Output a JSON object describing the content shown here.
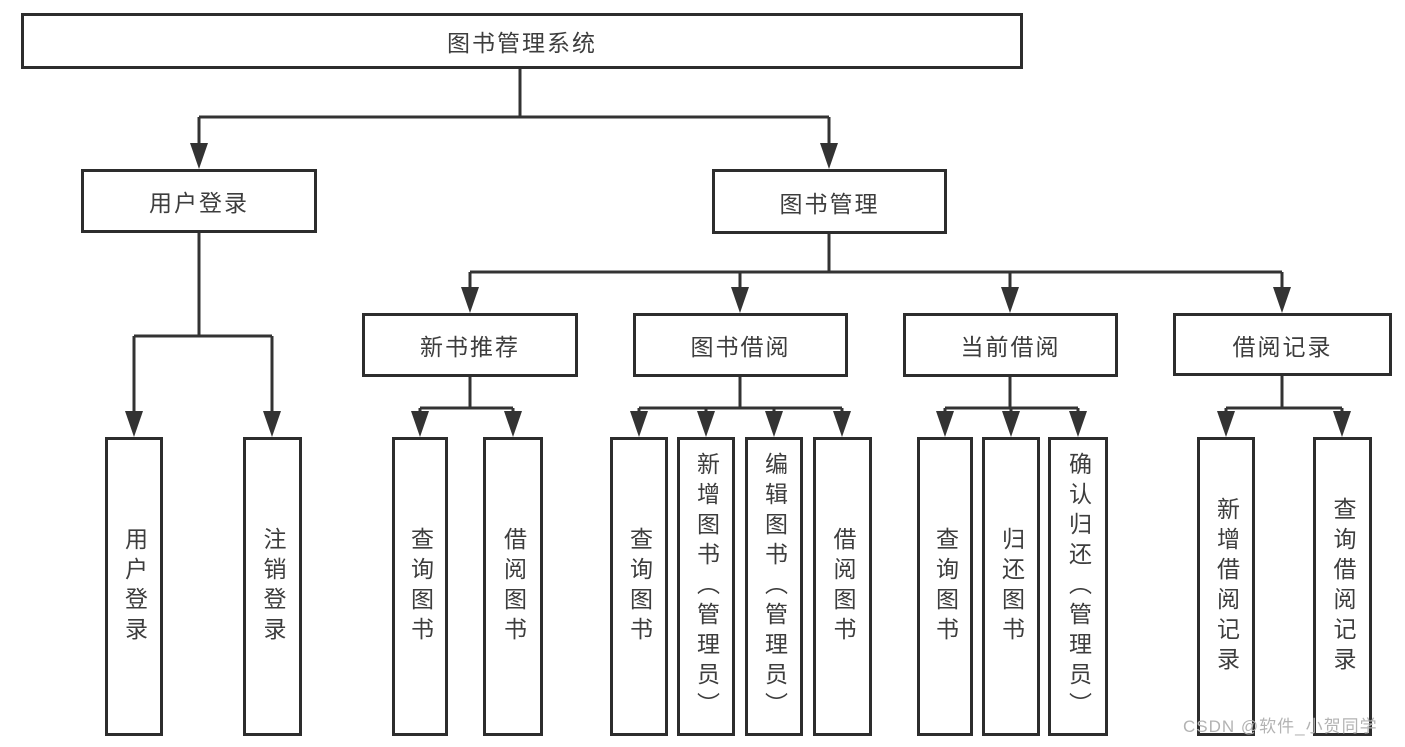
{
  "diagram": {
    "type": "hierarchy",
    "root": {
      "label": "图书管理系统",
      "children": [
        {
          "label": "用户登录",
          "children": [
            {
              "label": "用户登录"
            },
            {
              "label": "注销登录"
            }
          ]
        },
        {
          "label": "图书管理",
          "children": [
            {
              "label": "新书推荐",
              "children": [
                {
                  "label": "查询图书"
                },
                {
                  "label": "借阅图书"
                }
              ]
            },
            {
              "label": "图书借阅",
              "children": [
                {
                  "label": "查询图书"
                },
                {
                  "label": "新增图书（管理员）"
                },
                {
                  "label": "编辑图书（管理员）"
                },
                {
                  "label": "借阅图书"
                }
              ]
            },
            {
              "label": "当前借阅",
              "children": [
                {
                  "label": "查询图书"
                },
                {
                  "label": "归还图书"
                },
                {
                  "label": "确认归还（管理员）"
                }
              ]
            },
            {
              "label": "借阅记录",
              "children": [
                {
                  "label": "新增借阅记录"
                },
                {
                  "label": "查询借阅记录"
                }
              ]
            }
          ]
        }
      ]
    },
    "watermark": "CSDN @软件_小贺同学",
    "colors": {
      "line": "#333333",
      "box_border": "#2d2d2d",
      "box_fill": "#ffffff",
      "text": "#3d3d3d",
      "watermark": "#b3b3b3",
      "background": "#ffffff"
    }
  }
}
